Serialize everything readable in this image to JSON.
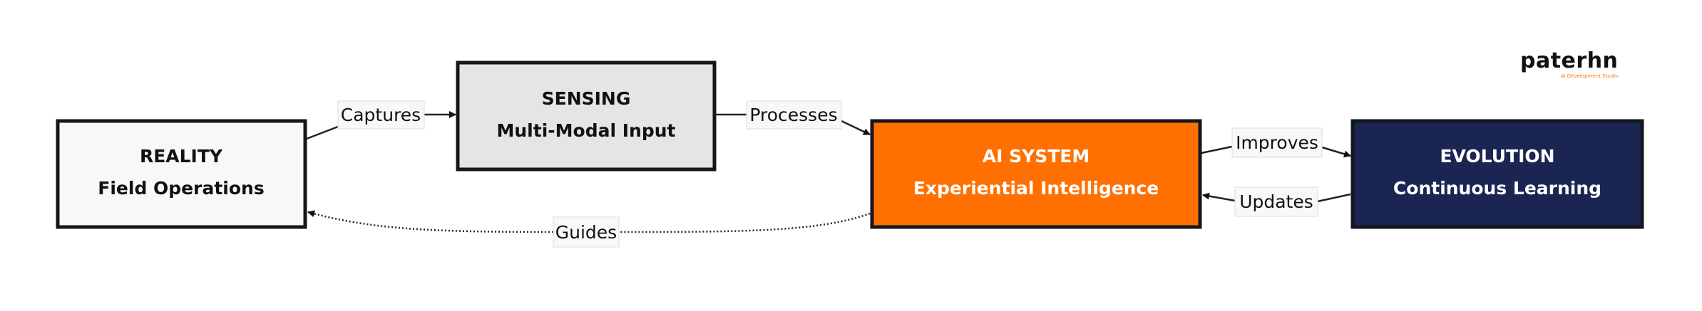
{
  "nodes": {
    "reality": {
      "title": "REALITY",
      "subtitle": "Field Operations",
      "fill": "#f8f8f6",
      "text_color": "#111111"
    },
    "sensing": {
      "title": "SENSING",
      "subtitle": "Multi-Modal Input",
      "fill": "#e6e5e4",
      "text_color": "#111111"
    },
    "ai_system": {
      "title": "AI SYSTEM",
      "subtitle": "Experiential Intelligence",
      "fill": "#ff7000",
      "text_color": "#ffffff"
    },
    "evolution": {
      "title": "EVOLUTION",
      "subtitle": "Continuous Learning",
      "fill": "#1a2552",
      "text_color": "#ffffff"
    }
  },
  "edges": {
    "captures": "Captures",
    "processes": "Processes",
    "improves": "Improves",
    "updates": "Updates",
    "guides": "Guides"
  },
  "logo": {
    "word": "paterhn",
    "tagline": "AI Development Studio"
  }
}
